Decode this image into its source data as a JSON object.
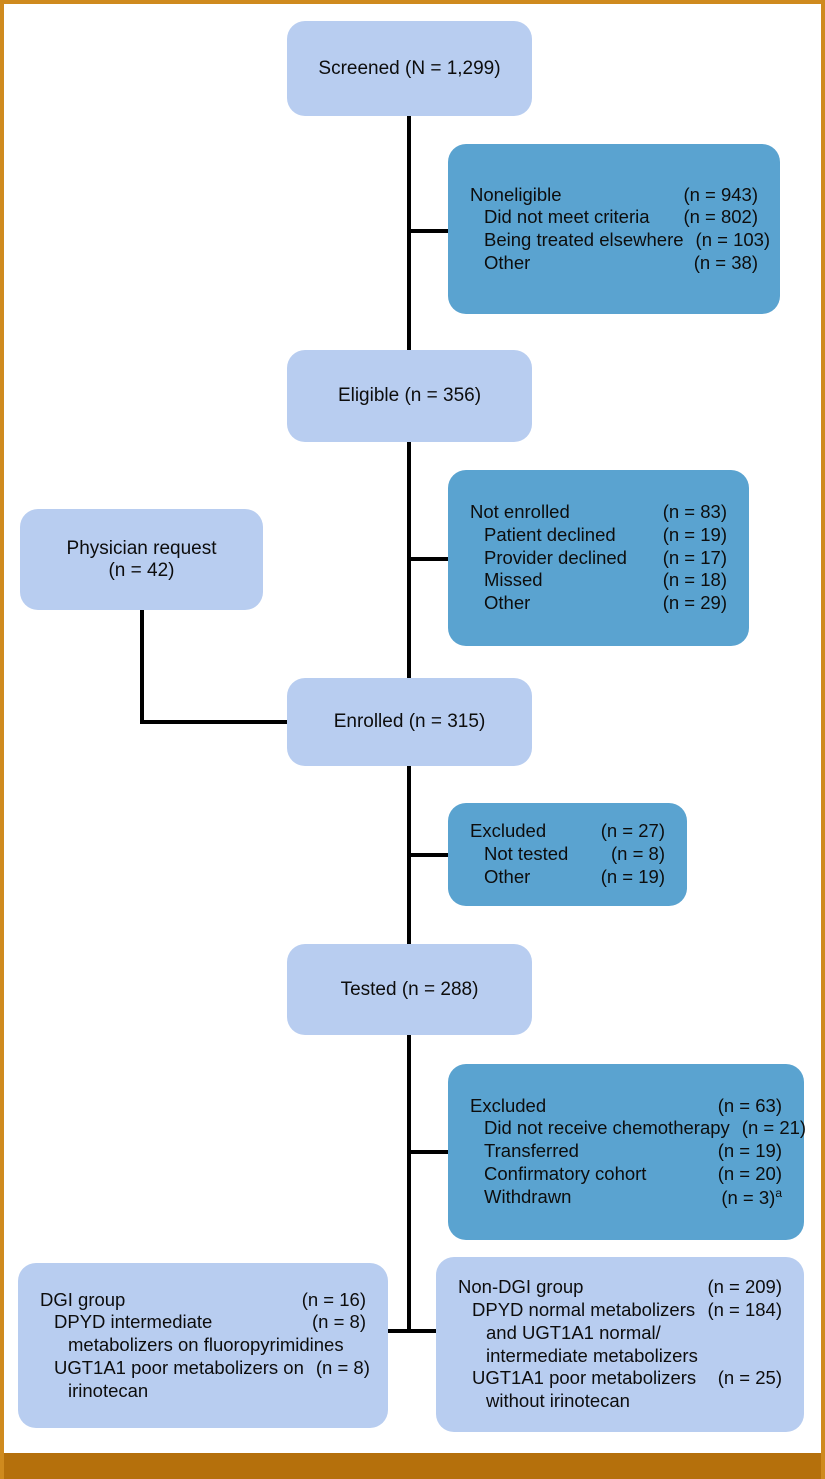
{
  "figure": {
    "type": "flow-diagram",
    "title": "Patient screening and enrollment flow diagram",
    "colors": {
      "light_box": "#b8cdf0",
      "dark_box": "#5aa3d0",
      "connector": "#000000",
      "page_border": "#cf8a1e",
      "footer_bar": "#b5700c"
    }
  },
  "nodes": {
    "screened": {
      "label": "Screened (N = 1,299)"
    },
    "noneligible": {
      "rows": [
        {
          "label": "Noneligible",
          "count": "(n = 943)",
          "indent": 0
        },
        {
          "label": "Did not meet criteria",
          "count": "(n = 802)",
          "indent": 1
        },
        {
          "label": "Being treated elsewhere",
          "count": "(n = 103)",
          "indent": 1
        },
        {
          "label": "Other",
          "count": "(n = 38)",
          "indent": 1
        }
      ]
    },
    "eligible": {
      "label": "Eligible (n = 356)"
    },
    "not_enrolled": {
      "rows": [
        {
          "label": "Not enrolled",
          "count": "(n = 83)",
          "indent": 0
        },
        {
          "label": "Patient declined",
          "count": "(n = 19)",
          "indent": 1
        },
        {
          "label": "Provider declined",
          "count": "(n = 17)",
          "indent": 1
        },
        {
          "label": "Missed",
          "count": "(n = 18)",
          "indent": 1
        },
        {
          "label": "Other",
          "count": "(n = 29)",
          "indent": 1
        }
      ]
    },
    "physician_request": {
      "line1": "Physician request",
      "line2": "(n = 42)"
    },
    "enrolled": {
      "label": "Enrolled (n = 315)"
    },
    "excluded_pretest": {
      "rows": [
        {
          "label": "Excluded",
          "count": "(n = 27)",
          "indent": 0
        },
        {
          "label": "Not tested",
          "count": "(n = 8)",
          "indent": 1
        },
        {
          "label": "Other",
          "count": "(n = 19)",
          "indent": 1
        }
      ]
    },
    "tested": {
      "label": "Tested (n = 288)"
    },
    "excluded_posttest": {
      "rows": [
        {
          "label": "Excluded",
          "count": "(n = 63)",
          "indent": 0
        },
        {
          "label": "Did not receive chemotherapy",
          "count": "(n = 21)",
          "indent": 1
        },
        {
          "label": "Transferred",
          "count": "(n = 19)",
          "indent": 1
        },
        {
          "label": "Confirmatory cohort",
          "count": "(n = 20)",
          "indent": 1
        },
        {
          "label": "Withdrawn",
          "count": "(n = 3)",
          "superscript": "a",
          "indent": 1
        }
      ]
    },
    "dgi_group": {
      "rows": [
        {
          "label": "DGI group",
          "count": "(n = 16)",
          "indent": 0
        },
        {
          "label": "DPYD intermediate",
          "count": "(n = 8)",
          "indent": 1
        },
        {
          "label": "metabolizers on fluoropyrimidines",
          "count": "",
          "indent": 2
        },
        {
          "label": "UGT1A1 poor metabolizers on",
          "count": "(n = 8)",
          "indent": 1
        },
        {
          "label": "irinotecan",
          "count": "",
          "indent": 2
        }
      ]
    },
    "non_dgi_group": {
      "rows": [
        {
          "label": "Non-DGI group",
          "count": "(n = 209)",
          "indent": 0
        },
        {
          "label": "DPYD normal metabolizers",
          "count": "(n = 184)",
          "indent": 1
        },
        {
          "label": "and UGT1A1 normal/",
          "count": "",
          "indent": 2
        },
        {
          "label": "intermediate metabolizers",
          "count": "",
          "indent": 2
        },
        {
          "label": "UGT1A1 poor metabolizers",
          "count": "(n = 25)",
          "indent": 1
        },
        {
          "label": "without irinotecan",
          "count": "",
          "indent": 2
        }
      ]
    }
  }
}
